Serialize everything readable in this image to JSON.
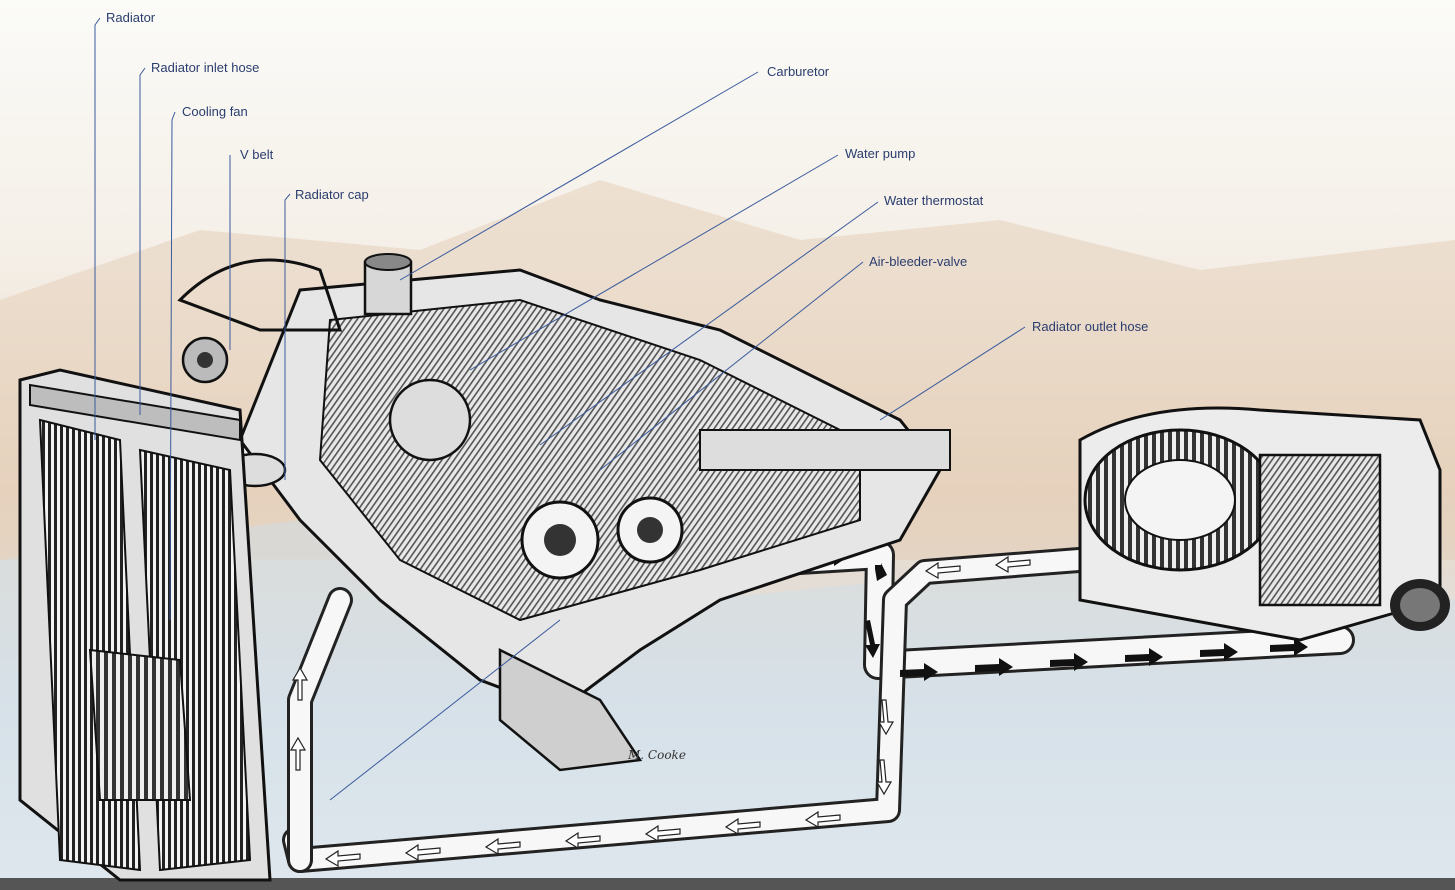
{
  "labels": {
    "radiator": "Radiator",
    "radiator_inlet_hose": "Radiator inlet hose",
    "cooling_fan": "Cooling fan",
    "v_belt": "V belt",
    "radiator_cap": "Radiator cap",
    "carburetor": "Carburetor",
    "water_pump": "Water pump",
    "water_thermostat": "Water thermostat",
    "air_bleeder_valve": "Air-bleeder-valve",
    "radiator_outlet_hose": "Radiator outlet hose"
  },
  "colors": {
    "leader_line": "#3a5a9c",
    "label_text": "#2a3d6e",
    "hot_flow_arrow": "#111111",
    "cool_flow_arrow": "#ffffff"
  },
  "signature": "M. Cooke"
}
